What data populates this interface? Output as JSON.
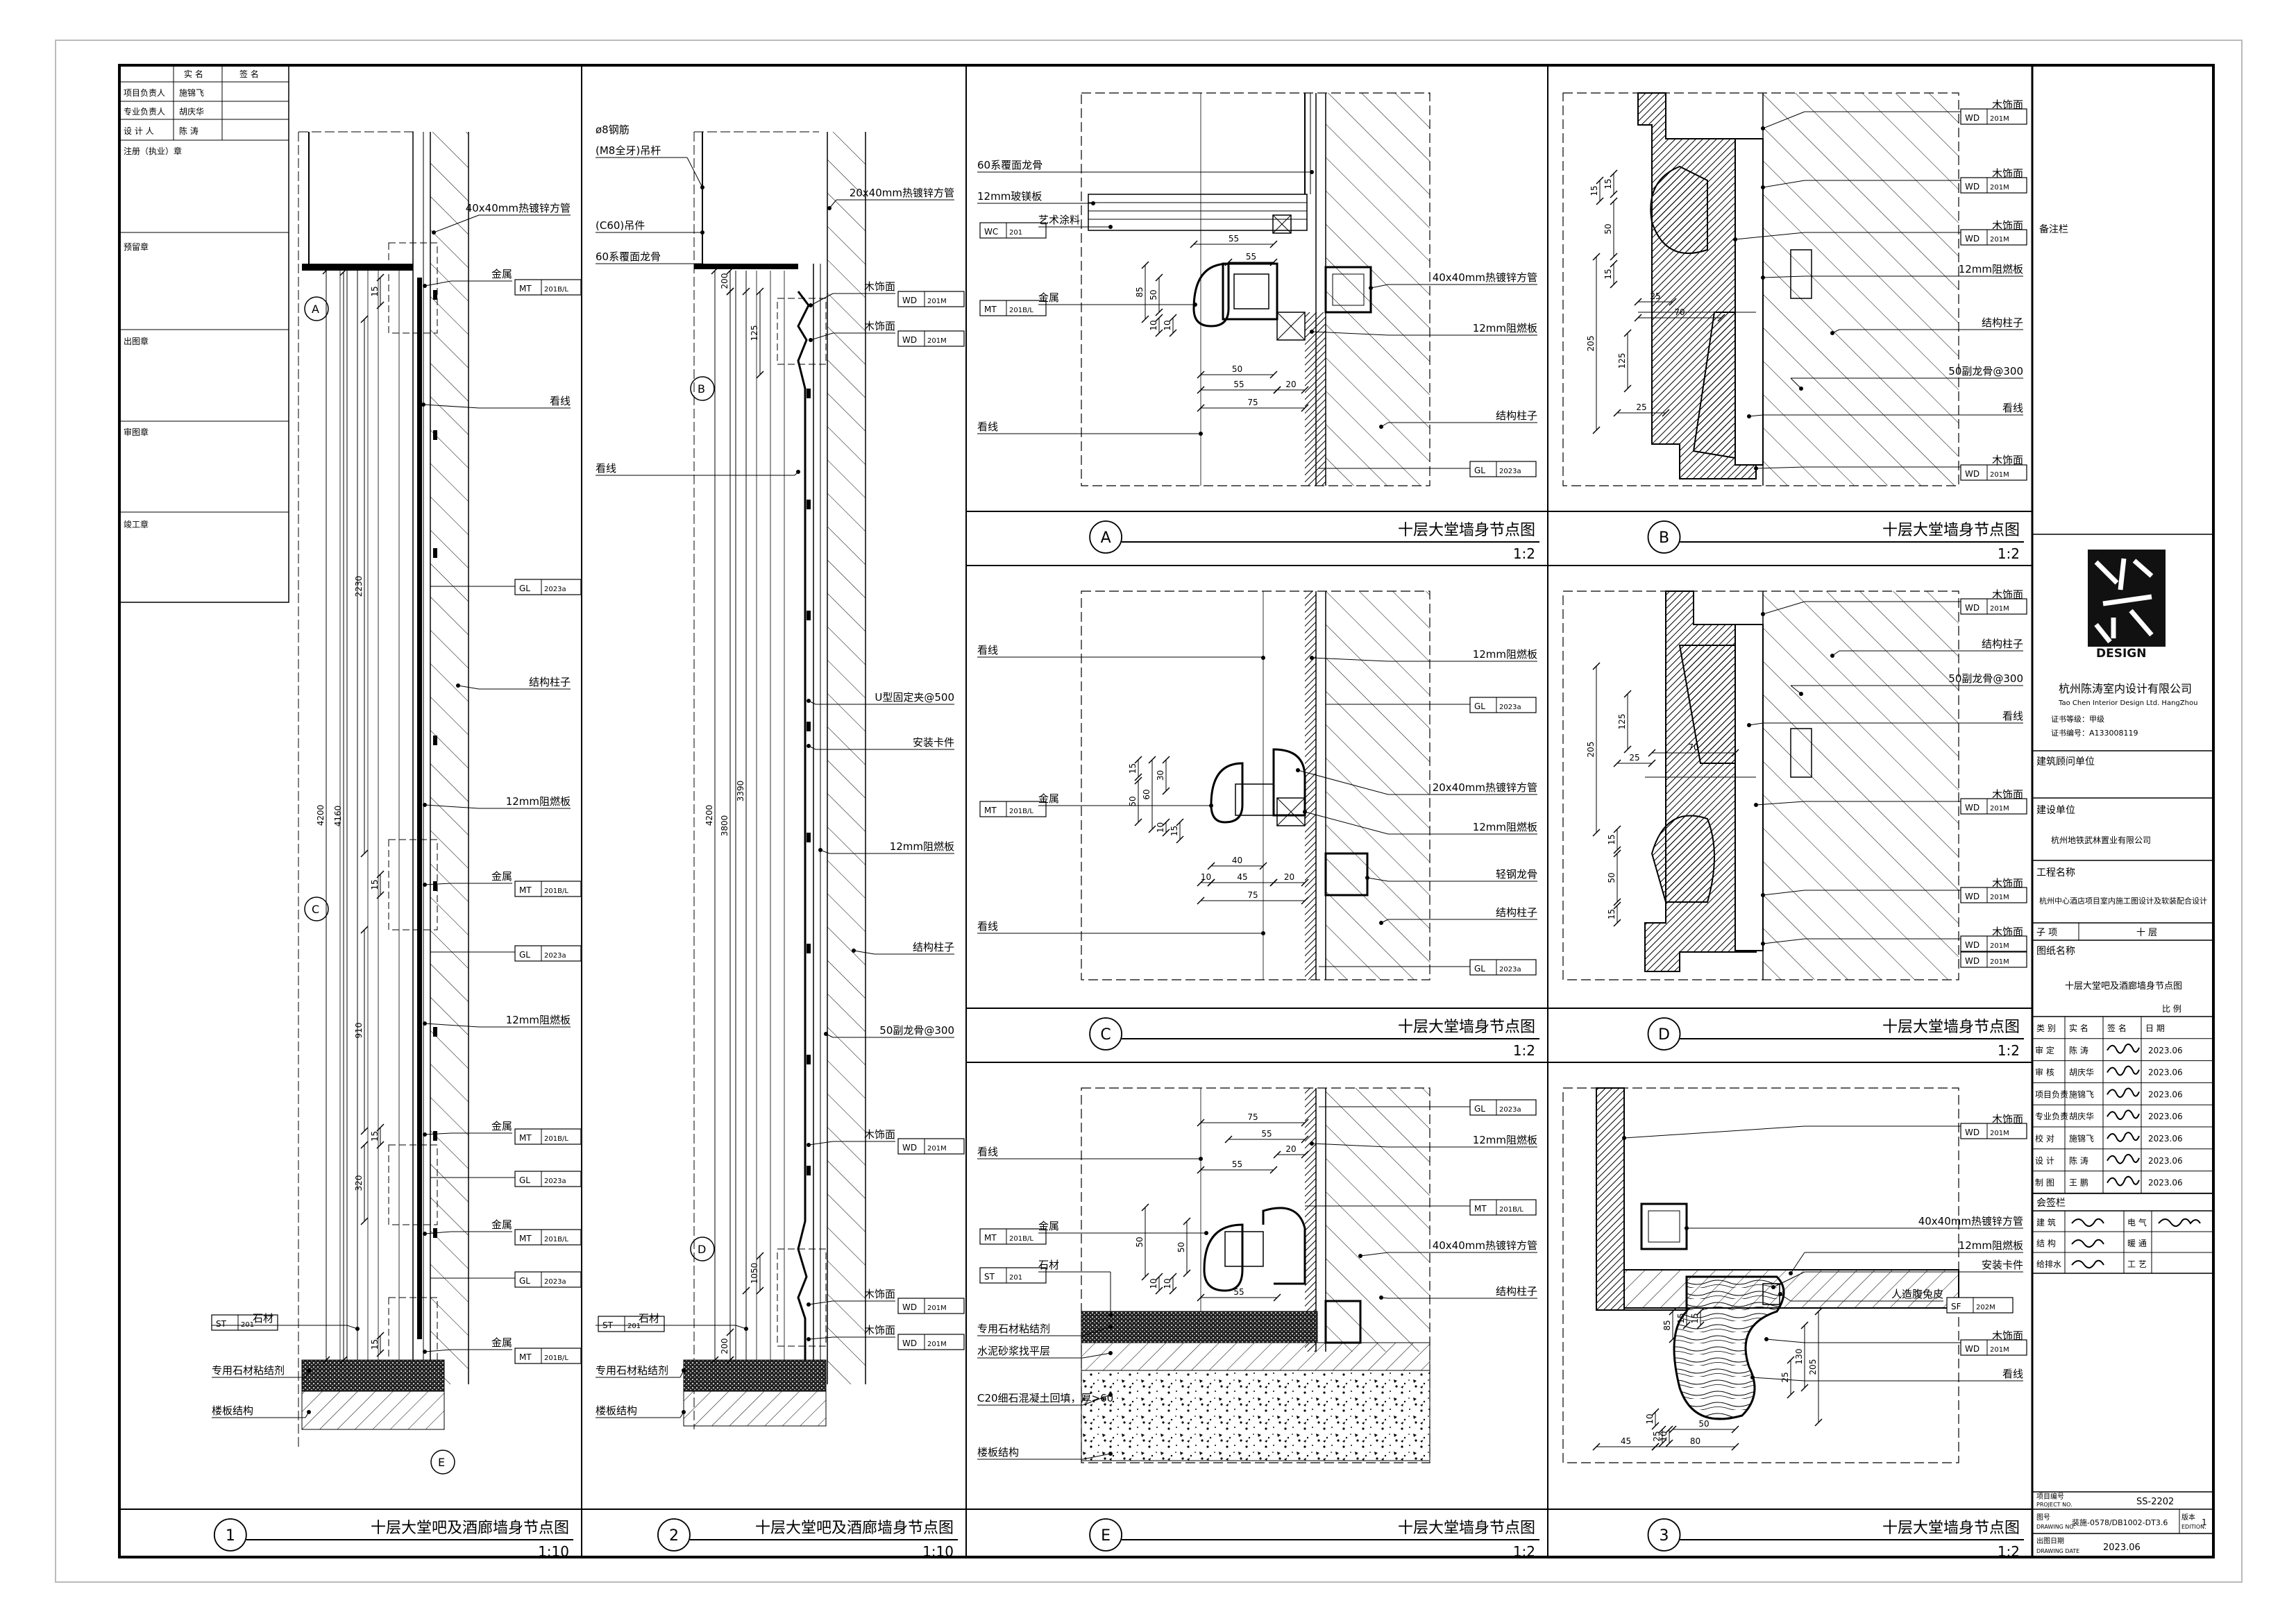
{
  "left_strip": {
    "header": [
      "实 名",
      "签 名"
    ],
    "rows": [
      {
        "role": "项目负责人",
        "name": "施锦飞"
      },
      {
        "role": "专业负责人",
        "name": "胡庆华"
      },
      {
        "role": "设 计 人",
        "name": "陈 涛"
      }
    ],
    "sections": [
      "注册（执业）章",
      "预留章",
      "出图章",
      "审图章",
      "竣工章"
    ]
  },
  "panels": [
    {
      "id": "1",
      "title": "十层大堂吧及酒廊墙身节点图",
      "scale": "1:10"
    },
    {
      "id": "2",
      "title": "十层大堂吧及酒廊墙身节点图",
      "scale": "1:10"
    },
    {
      "id": "A",
      "title": "十层大堂墙身节点图",
      "scale": "1:2"
    },
    {
      "id": "B",
      "title": "十层大堂墙身节点图",
      "scale": "1:2"
    },
    {
      "id": "C",
      "title": "十层大堂墙身节点图",
      "scale": "1:2"
    },
    {
      "id": "D",
      "title": "十层大堂墙身节点图",
      "scale": "1:2"
    },
    {
      "id": "E",
      "title": "十层大堂墙身节点图",
      "scale": "1:2"
    },
    {
      "id": "3",
      "title": "十层大堂墙身节点图",
      "scale": "1:2"
    }
  ],
  "p1": {
    "callouts": [
      "A",
      "C",
      "E"
    ],
    "labels": [
      "40x40mm热镀锌方管",
      "金属",
      "看线",
      "结构柱子",
      "12mm阻燃板",
      "金属",
      "12mm阻燃板",
      "金属",
      "金属",
      "金属",
      "石材",
      "专用石材粘结剂",
      "楼板结构"
    ],
    "tags": [
      {
        "code": "MT",
        "num": "201B/L"
      },
      {
        "code": "GL",
        "num": "2023a"
      },
      {
        "code": "MT",
        "num": "201B/L"
      },
      {
        "code": "GL",
        "num": "2023a"
      },
      {
        "code": "MT",
        "num": "201B/L"
      },
      {
        "code": "GL",
        "num": "2023a"
      },
      {
        "code": "MT",
        "num": "201B/L"
      },
      {
        "code": "GL",
        "num": "2023a"
      },
      {
        "code": "MT",
        "num": "201B/L"
      },
      {
        "code": "ST",
        "num": "201"
      }
    ],
    "dims": [
      "4200",
      "4160",
      "2230",
      "910",
      "320",
      "15",
      "15",
      "15",
      "15"
    ]
  },
  "p2": {
    "callouts": [
      "B",
      "D"
    ],
    "labels": [
      "ø8钢筋",
      "(M8全牙)吊杆",
      "20x40mm热镀锌方管",
      "(C60)吊件",
      "60系覆面龙骨",
      "木饰面",
      "木饰面",
      "看线",
      "U型固定夹@500",
      "安装卡件",
      "12mm阻燃板",
      "结构柱子",
      "50副龙骨@300",
      "木饰面",
      "木饰面",
      "木饰面",
      "石材",
      "专用石材粘结剂",
      "楼板结构"
    ],
    "tags": [
      {
        "code": "WD",
        "num": "201M"
      },
      {
        "code": "WD",
        "num": "201M"
      },
      {
        "code": "WD",
        "num": "201M"
      },
      {
        "code": "WD",
        "num": "201M"
      },
      {
        "code": "WD",
        "num": "201M"
      },
      {
        "code": "ST",
        "num": "201"
      }
    ],
    "dims": [
      "4200",
      "3800",
      "3390",
      "200",
      "200",
      "125",
      "1050"
    ]
  },
  "pA": {
    "labels": [
      "60系覆面龙骨",
      "12mm玻镁板",
      "艺术涂料",
      "金属",
      "看线",
      "40x40mm热镀锌方管",
      "12mm阻燃板",
      "结构柱子"
    ],
    "tags": [
      {
        "code": "WC",
        "num": "201"
      },
      {
        "code": "MT",
        "num": "201B/L"
      },
      {
        "code": "GL",
        "num": "2023a"
      }
    ],
    "dims": [
      "55",
      "55",
      "85",
      "50",
      "10",
      "10",
      "50",
      "55",
      "20",
      "75"
    ]
  },
  "pB": {
    "labels": [
      "木饰面",
      "木饰面",
      "木饰面",
      "12mm阻燃板",
      "结构柱子",
      "50副龙骨@300",
      "看线",
      "木饰面"
    ],
    "tags": [
      {
        "code": "WD",
        "num": "201M"
      },
      {
        "code": "WD",
        "num": "201M"
      },
      {
        "code": "WD",
        "num": "201M"
      },
      {
        "code": "WD",
        "num": "201M"
      }
    ],
    "dims": [
      "15",
      "50",
      "15",
      "205",
      "125",
      "70",
      "25",
      "25",
      "15"
    ]
  },
  "pC": {
    "labels": [
      "看线",
      "12mm阻燃板",
      "金属",
      "20x40mm热镀锌方管",
      "12mm阻燃板",
      "轻钢龙骨",
      "结构柱子",
      "看线"
    ],
    "tags": [
      {
        "code": "GL",
        "num": "2023a"
      },
      {
        "code": "MT",
        "num": "201B/L"
      },
      {
        "code": "GL",
        "num": "2023a"
      }
    ],
    "dims": [
      "15",
      "50",
      "60",
      "30",
      "10",
      "15",
      "40",
      "10",
      "45",
      "20",
      "75"
    ]
  },
  "pD": {
    "labels": [
      "木饰面",
      "结构柱子",
      "50副龙骨@300",
      "看线",
      "木饰面",
      "木饰面",
      "木饰面"
    ],
    "tags": [
      {
        "code": "WD",
        "num": "201M"
      },
      {
        "code": "WD",
        "num": "201M"
      },
      {
        "code": "WD",
        "num": "201M"
      },
      {
        "code": "WD",
        "num": "201M"
      },
      {
        "code": "WD",
        "num": "201M"
      }
    ],
    "dims": [
      "125",
      "205",
      "70",
      "25",
      "15",
      "50",
      "15"
    ]
  },
  "pE": {
    "labels": [
      "看线",
      "12mm阻燃板",
      "金属",
      "40x40mm热镀锌方管",
      "结构柱子",
      "石材",
      "专用石材粘结剂",
      "水泥砂浆找平层",
      "C20细石混凝土回填，厚>60",
      "楼板结构"
    ],
    "tags": [
      {
        "code": "GL",
        "num": "2023a"
      },
      {
        "code": "MT",
        "num": "201B/L"
      },
      {
        "code": "MT",
        "num": "201B/L"
      },
      {
        "code": "ST",
        "num": "201"
      }
    ],
    "dims": [
      "75",
      "55",
      "20",
      "55",
      "50",
      "10",
      "10",
      "50",
      "55"
    ]
  },
  "p3": {
    "labels": [
      "木饰面",
      "40x40mm热镀锌方管",
      "12mm阻燃板",
      "安装卡件",
      "人造腹兔皮",
      "木饰面",
      "看线"
    ],
    "tags": [
      {
        "code": "WD",
        "num": "201M"
      },
      {
        "code": "SF",
        "num": "202M"
      },
      {
        "code": "WD",
        "num": "201M"
      }
    ],
    "dims": [
      "85",
      "15",
      "15",
      "205",
      "130",
      "10",
      "50",
      "25",
      "45",
      "80",
      "10",
      "25"
    ]
  },
  "title_block": {
    "remarks": "备注栏",
    "company_cn": "杭州陈涛室内设计有限公司",
    "company_en": "Tao Chen Interior Design Ltd. HangZhou",
    "cert_grade": "证书等级：甲级",
    "cert_no": "证书编号：A133008119",
    "consultant_label": "建筑顾问单位",
    "client_label": "建设单位",
    "client_name": "杭州地铁武林置业有限公司",
    "project_label": "工程名称",
    "project_name": "杭州中心酒店项目室内施工图设计及软装配合设计",
    "sub_label": "子 项",
    "sub_value": "十 层",
    "drawing_label": "图纸名称",
    "drawing_name": "十层大堂吧及酒廊墙身节点图",
    "scale_label": "比 例",
    "sign_header": [
      "类 别",
      "实 名",
      "签 名",
      "日 期"
    ],
    "sign_rows": [
      {
        "role": "审 定",
        "name": "陈 涛",
        "date": "2023.06"
      },
      {
        "role": "审 核",
        "name": "胡庆华",
        "date": "2023.06"
      },
      {
        "role": "项目负责",
        "name": "施锦飞",
        "date": "2023.06"
      },
      {
        "role": "专业负责",
        "name": "胡庆华",
        "date": "2023.06"
      },
      {
        "role": "校 对",
        "name": "施锦飞",
        "date": "2023.06"
      },
      {
        "role": "设 计",
        "name": "陈 涛",
        "date": "2023.06"
      },
      {
        "role": "制 图",
        "name": "王 鹏",
        "date": "2023.06"
      }
    ],
    "countersign": "会签栏",
    "cs_rows": [
      [
        "建 筑",
        "电 气"
      ],
      [
        "结 构",
        "暖 通"
      ],
      [
        "给排水",
        "工 艺"
      ]
    ],
    "project_no_label": "项目编号",
    "project_no_en": "PROJECT NO.",
    "project_no": "SS-2202",
    "drawing_no_label": "图号",
    "drawing_no_en": "DRAWING NO.",
    "drawing_no": "装施-0578/DB1002-DT3.6",
    "edition_label": "版本",
    "edition_en": "EDITION.",
    "edition": "1",
    "date_label": "出图日期",
    "date_en": "DRAWING DATE",
    "date": "2023.06",
    "logo_text": "DESIGN"
  }
}
